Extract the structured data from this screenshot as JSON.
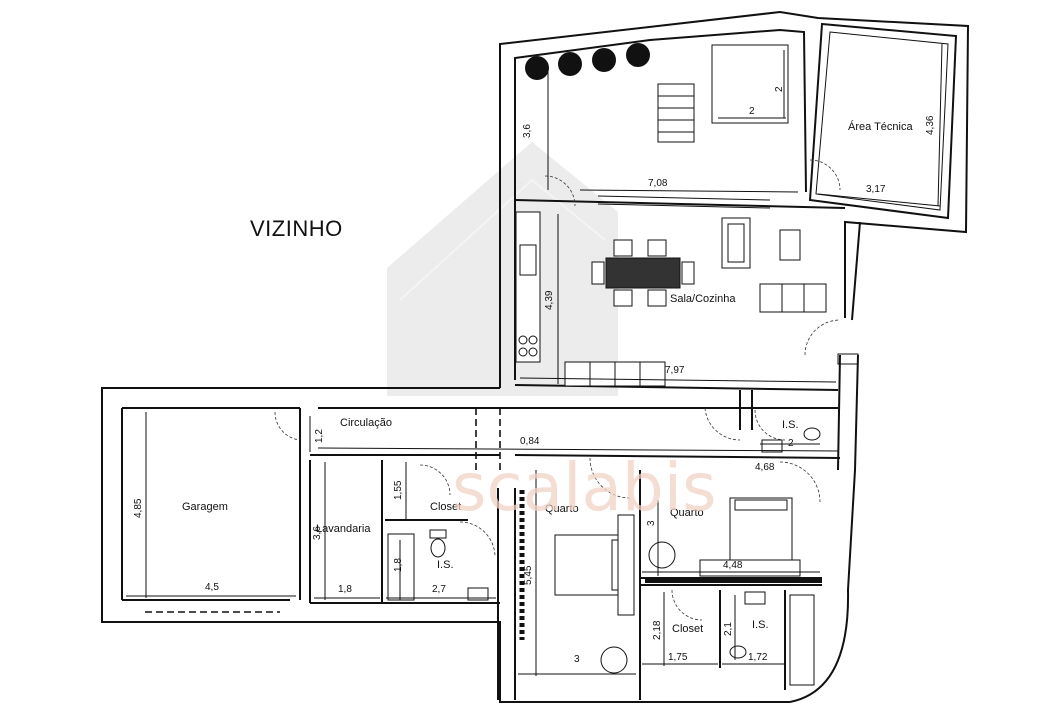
{
  "outside": {
    "neighbor": "VIZINHO"
  },
  "rooms": {
    "technical_area": "Área Técnica",
    "living_kitchen": "Sala/Cozinha",
    "circulation": "Circulação",
    "garage": "Garagem",
    "laundry": "Lavandaria",
    "closet_left": "Closet",
    "bath_left": "I.S.",
    "bedroom_left": "Quarto",
    "bedroom_right": "Quarto",
    "closet_right": "Closet",
    "bath_right": "I.S.",
    "bath_top": "I.S."
  },
  "dimensions": {
    "patio_depth": "3,6",
    "stair_box_h": "2",
    "stair_box_w": "2",
    "patio_width": "7,08",
    "tech_h": "4,36",
    "tech_w": "3,17",
    "living_h": "4,39",
    "living_w": "7,97",
    "circ_h": "1,2",
    "circ_w": "0,84",
    "bath_top_w": "2",
    "corridor_w": "4,68",
    "garage_h": "4,85",
    "garage_w": "4,5",
    "laundry_h": "3,6",
    "laundry_w": "1,8",
    "closet_l_h": "1,55",
    "bath_l_h": "1,8",
    "bath_l_w": "2,7",
    "bed_l_h": "5,45",
    "bed_l_w": "3",
    "bed_r_h": "3",
    "bed_r_w": "4,48",
    "closet_r_h": "2,18",
    "closet_r_w": "1,75",
    "bath_r_h": "2,1",
    "bath_r_w": "1,72"
  },
  "watermark": {
    "brand": "scalabis"
  },
  "colors": {
    "wall": "#111111",
    "watermark_house": "#e6e6e6",
    "watermark_text": "#f1d3c6"
  }
}
